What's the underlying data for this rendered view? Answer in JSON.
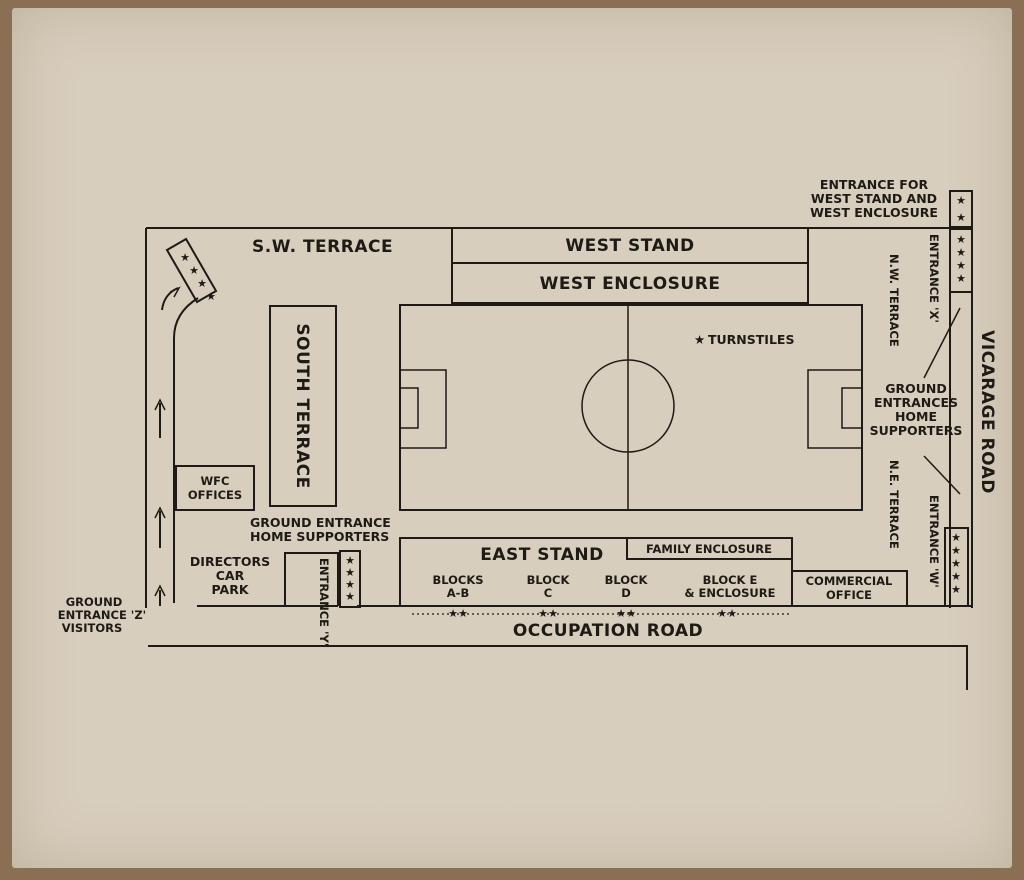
{
  "labels": {
    "sw_terrace": "S.W. TERRACE",
    "west_stand": "WEST STAND",
    "west_enclosure": "WEST ENCLOSURE",
    "south_terrace": "SOUTH TERRACE",
    "turnstiles": "TURNSTILES",
    "wfc_offices": "WFC OFFICES",
    "ground_entrance_home_line1": "GROUND ENTRANCE",
    "ground_entrance_home_line2": "HOME SUPPORTERS",
    "directors_line1": "DIRECTORS",
    "directors_line2": "CAR",
    "directors_line3": "PARK",
    "entrance_y": "ENTRANCE 'Y'",
    "east_stand": "EAST STAND",
    "family_enclosure": "FAMILY ENCLOSURE",
    "blocks_ab_line1": "BLOCKS",
    "blocks_ab_line2": "A-B",
    "block_c_line1": "BLOCK",
    "block_c_line2": "C",
    "block_d_line1": "BLOCK",
    "block_d_line2": "D",
    "block_e_line1": "BLOCK E",
    "block_e_line2": "& ENCLOSURE",
    "commercial_office_line1": "COMMERCIAL",
    "commercial_office_line2": "OFFICE",
    "occupation_road": "OCCUPATION ROAD",
    "vicarage_road": "VICARAGE ROAD",
    "entrance_west_line1": "ENTRANCE FOR",
    "entrance_west_line2": "WEST STAND AND",
    "entrance_west_line3": "WEST ENCLOSURE",
    "entrance_x": "ENTRANCE 'X'",
    "nw_terrace": "N.W. TERRACE",
    "ne_terrace": "N.E. TERRACE",
    "ground_entrances_line1": "GROUND",
    "ground_entrances_line2": "ENTRANCES",
    "ground_entrances_line3": "HOME",
    "ground_entrances_line4": "SUPPORTERS",
    "entrance_w": "ENTRANCE 'W'",
    "ground_entrance_z_line1": "GROUND",
    "ground_entrance_z_line2": "ENTRANCE 'Z'",
    "ground_entrance_z_line3": "VISITORS"
  },
  "turnstile_symbol": "★",
  "ink_color": "#1e1a15",
  "paper_color": "#d8cebd"
}
